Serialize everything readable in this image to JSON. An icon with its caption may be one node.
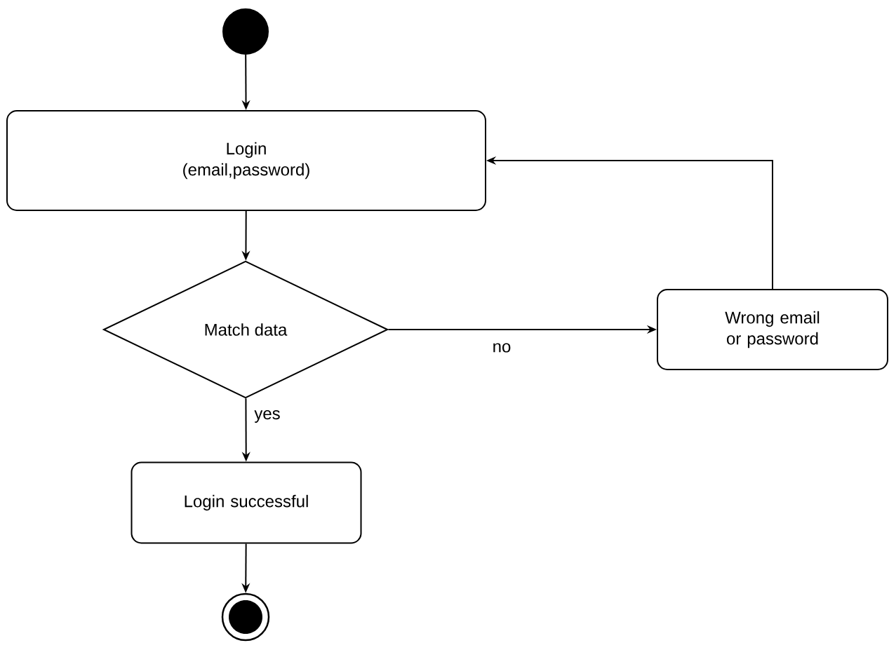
{
  "diagram": {
    "nodes": [
      {
        "text": [],
        "shape": "circle"
      },
      {
        "text": [
          "Login",
          "(email,password)"
        ]
      },
      {
        "text": [
          "Match data"
        ]
      },
      {
        "text": [
          "Wrong email or password"
        ]
      },
      {
        "text": [
          "Login successful"
        ]
      },
      {
        "text": [],
        "shape": "circle"
      }
    ],
    "edges": [
      {
        "from": 0,
        "to": 1,
        "arrow": "to"
      },
      {
        "from": 1,
        "to": 2,
        "arrow": "to"
      },
      {
        "from": 2,
        "to": 3,
        "arrow": "to",
        "label": "no"
      },
      {
        "from": 3,
        "to": 1,
        "arrow": "to"
      },
      {
        "from": 2,
        "to": 4,
        "arrow": "to",
        "label": "yes"
      },
      {
        "from": 4,
        "to": 5,
        "arrow": "to"
      }
    ]
  }
}
